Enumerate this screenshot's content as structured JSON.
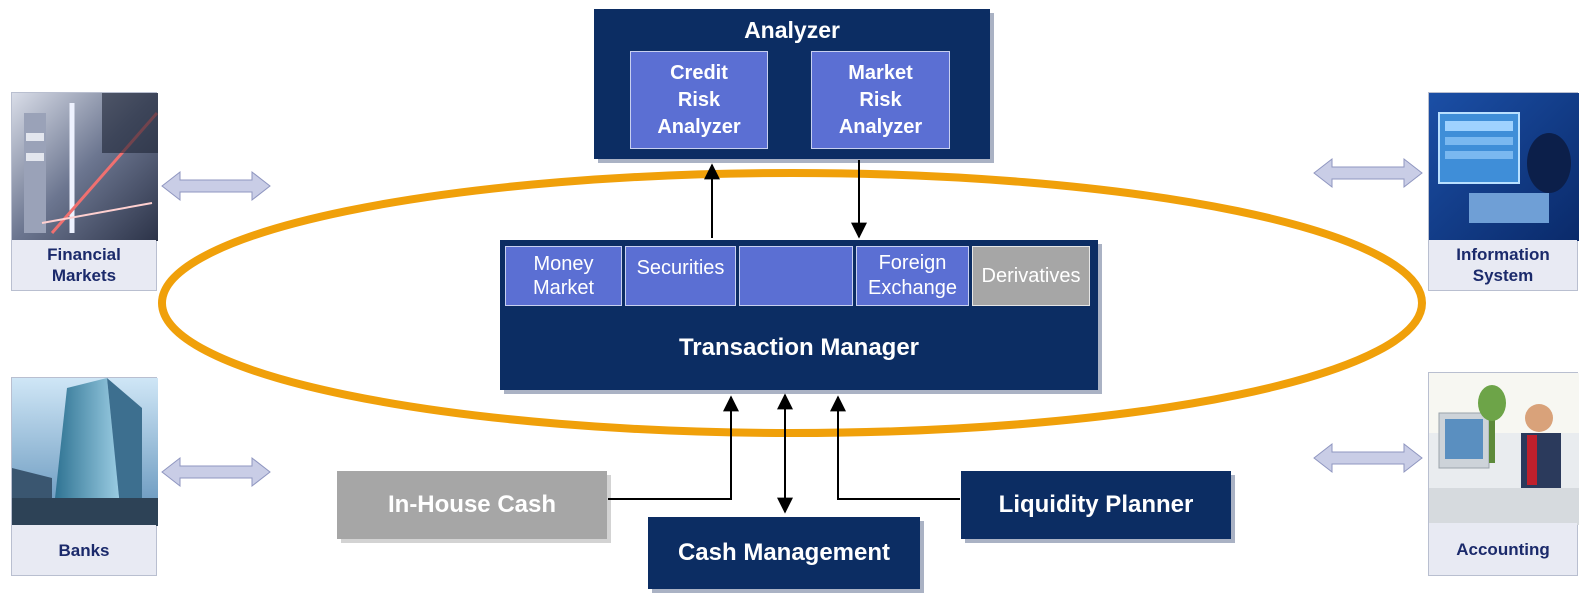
{
  "analyzer": {
    "title": "Analyzer",
    "credit_line1": "Credit",
    "credit_line2": "Risk",
    "credit_line3": "Analyzer",
    "market_line1": "Market",
    "market_line2": "Risk",
    "market_line3": "Analyzer"
  },
  "transaction_manager": {
    "title": "Transaction Manager",
    "modules": {
      "money_line1": "Money",
      "money_line2": "Market",
      "securities": "Securities",
      "blank": "",
      "fx_line1": "Foreign",
      "fx_line2": "Exchange",
      "derivatives": "Derivatives"
    }
  },
  "bottom": {
    "in_house_cash": "In-House Cash",
    "cash_management": "Cash Management",
    "liquidity_planner": "Liquidity Planner"
  },
  "tiles": {
    "financial_markets_line1": "Financial",
    "financial_markets_line2": "Markets",
    "banks": "Banks",
    "information_system_line1": "Information",
    "information_system_line2": "System",
    "accounting": "Accounting"
  },
  "colors": {
    "navy": "#0c2d63",
    "module_blue": "#5b6fd3",
    "gray": "#a6a6a6",
    "orange_ring": "#f0a00a",
    "arrow_fill": "#c9cde6"
  }
}
